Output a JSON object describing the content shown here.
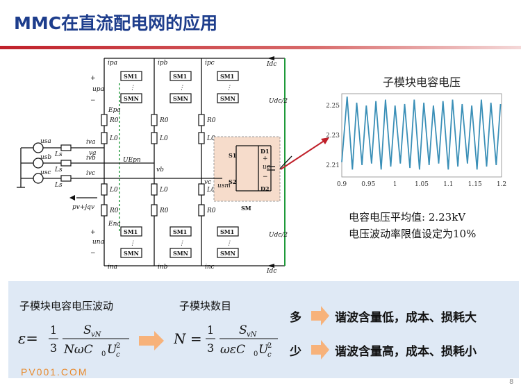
{
  "title": "MMC在直流配电网的应用",
  "colors": {
    "title": "#1d3d8c",
    "bar_red": "#c0202a",
    "panel": "#dfe9f5",
    "trace": "#3a8fb7",
    "arrow": "#f7b27a",
    "green": "#1e9a3a"
  },
  "circuit": {
    "i_pa": "ipa",
    "i_pb": "ipb",
    "i_pc": "ipc",
    "i_na": "ina",
    "i_nb": "inb",
    "i_nc": "inc",
    "i_dc_top": "Idc",
    "i_dc_bottom": "Idc",
    "u_dc_top": "Udc/2",
    "u_dc_bottom": "Udc/2",
    "sm1": "SM1",
    "smN": "SMN",
    "r0": "R0",
    "l0": "L0",
    "ls": "Ls",
    "u_pa": "upa",
    "u_na": "una",
    "e_pa": "Epa",
    "e_na": "Ena",
    "i_va": "iva",
    "i_vb": "ivb",
    "i_vc": "ivc",
    "v_a": "va",
    "v_b": "vb",
    "v_c": "vc",
    "u_sa": "usa",
    "u_sb": "usb",
    "u_sc": "usc",
    "u_epn": "UEpn",
    "pq": "pv+jqv",
    "s1": "S1",
    "s2": "S2",
    "d1": "D1",
    "d2": "D2",
    "u_c": "uc",
    "u_sm": "usm",
    "sm": "SM",
    "plus": "+",
    "minus": "−",
    "dots": "⋮"
  },
  "chart_title": "子模块电容电压",
  "chart_data": {
    "type": "line",
    "title": "子模块电容电压",
    "xlabel": "",
    "ylabel": "",
    "xlim": [
      0.9,
      1.2
    ],
    "ylim": [
      2.202,
      2.258
    ],
    "xticks": [
      "0.9",
      "0.95",
      "1",
      "1.05",
      "1.1",
      "1.15",
      "1.2"
    ],
    "xtick_values": [
      0.9,
      0.95,
      1.0,
      1.05,
      1.1,
      1.15,
      1.2
    ],
    "yticks": [
      "2.25",
      "2.23",
      "2.21"
    ],
    "ytick_values": [
      2.25,
      2.23,
      2.21
    ],
    "series": [
      {
        "peaks": [
          [
            0.91,
            2.256
          ],
          [
            0.928,
            2.252
          ],
          [
            0.946,
            2.25
          ],
          [
            0.964,
            2.253
          ],
          [
            0.982,
            2.254
          ],
          [
            1.0,
            2.25
          ],
          [
            1.018,
            2.251
          ],
          [
            1.036,
            2.254
          ],
          [
            1.054,
            2.252
          ],
          [
            1.072,
            2.25
          ],
          [
            1.09,
            2.253
          ],
          [
            1.108,
            2.254
          ],
          [
            1.126,
            2.251
          ],
          [
            1.144,
            2.25
          ],
          [
            1.162,
            2.254
          ],
          [
            1.18,
            2.252
          ],
          [
            1.198,
            2.251
          ]
        ],
        "troughs": [
          [
            0.9,
            2.212
          ],
          [
            0.92,
            2.207
          ],
          [
            0.938,
            2.21
          ],
          [
            0.956,
            2.211
          ],
          [
            0.974,
            2.207
          ],
          [
            0.992,
            2.209
          ],
          [
            1.01,
            2.211
          ],
          [
            1.028,
            2.208
          ],
          [
            1.046,
            2.207
          ],
          [
            1.064,
            2.21
          ],
          [
            1.082,
            2.211
          ],
          [
            1.1,
            2.207
          ],
          [
            1.118,
            2.209
          ],
          [
            1.136,
            2.211
          ],
          [
            1.154,
            2.207
          ],
          [
            1.172,
            2.209
          ],
          [
            1.19,
            2.21
          ]
        ]
      }
    ]
  },
  "notes": {
    "avg": "电容电压平均值: 2.23kV",
    "limit": "电压波动率限值设定为10%"
  },
  "bottom": {
    "label_left": "子模块电容电压波动",
    "label_mid": "子模块数目",
    "f1": {
      "lhs": "ε=",
      "num1": "1",
      "den1": "3",
      "num2": "S",
      "num2_sub": "vN",
      "den2": "NωC",
      "den2_sub": "0",
      "den2_tail": "U",
      "den2_tail_sup": "2",
      "den2_tail_sub": "c"
    },
    "f2": {
      "lhs": "N =",
      "num1": "1",
      "den1": "3",
      "num2": "S",
      "num2_sub": "vN",
      "den2": "ωεC",
      "den2_sub": "0",
      "den2_tail": "U",
      "den2_tail_sup": "2",
      "den2_tail_sub": "c"
    },
    "more": "多",
    "less": "少",
    "more_text": "谐波含量低，成本、损耗大",
    "less_text": "谐波含量高，成本、损耗小"
  },
  "watermark": "PV001.COM",
  "page_number": "8"
}
